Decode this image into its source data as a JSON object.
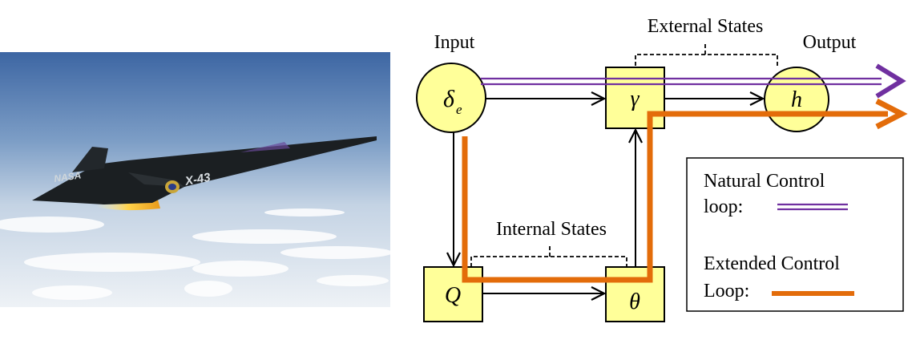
{
  "photo": {
    "fuselage_text": "NASA",
    "tail_text": "X-43"
  },
  "labels": {
    "input": "Input",
    "output": "Output",
    "external_states": "External States",
    "internal_states": "Internal States"
  },
  "nodes": {
    "elevator": {
      "symbol": "δ",
      "subscript": "e"
    },
    "gamma": {
      "symbol": "γ"
    },
    "h": {
      "symbol": "h"
    },
    "q": {
      "symbol": "Q"
    },
    "theta": {
      "symbol": "θ"
    }
  },
  "legend": {
    "natural_line1": "Natural Control",
    "natural_line2": "loop:",
    "extended_line1": "Extended Control",
    "extended_line2": "Loop:"
  },
  "colors": {
    "node_fill": "#ffff99",
    "natural_loop": "#7030a0",
    "extended_loop": "#e36c0a",
    "sky_top": "#3f6aa8",
    "sky_bottom": "#e8eef4"
  }
}
